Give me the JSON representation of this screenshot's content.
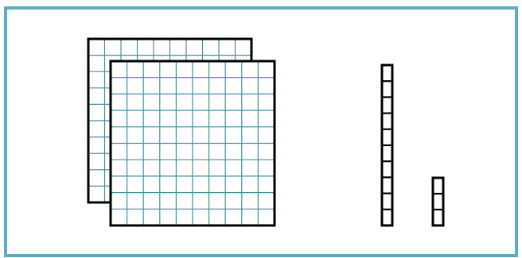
{
  "diagram": {
    "type": "base-ten-blocks",
    "blocks": [
      {
        "kind": "hundreds-flat",
        "count": 2,
        "grid_rows": 10,
        "grid_cols": 10
      },
      {
        "kind": "tens-rod",
        "count": 1,
        "cells": 10
      },
      {
        "kind": "ones-cube-stack",
        "count": 1,
        "cells": 3
      }
    ],
    "colors": {
      "frame_border": "#5aabc4",
      "grid_lines": "#3f8fa3",
      "outline": "#000000",
      "background": "#ffffff"
    }
  }
}
